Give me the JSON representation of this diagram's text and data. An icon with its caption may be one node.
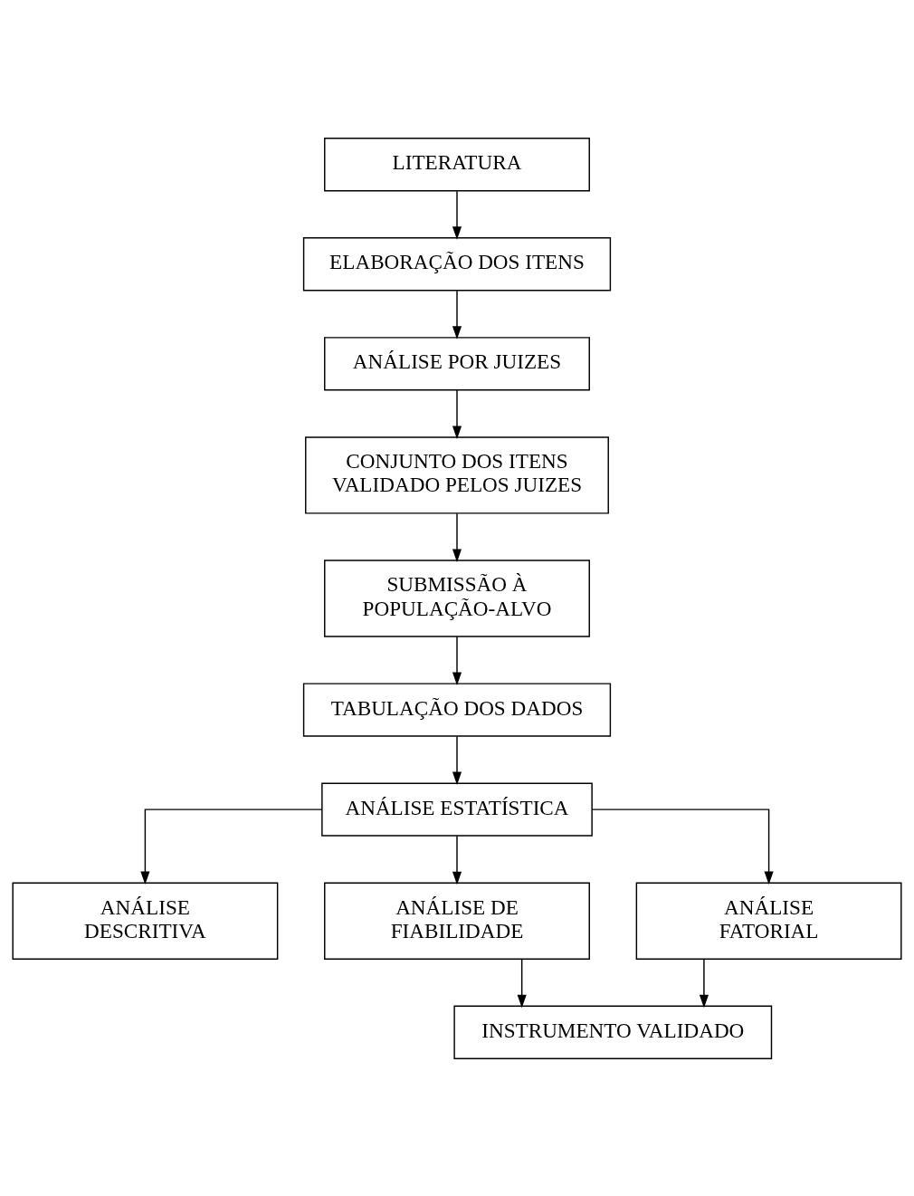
{
  "diagram": {
    "nodes": [
      {
        "text": [
          "LITERATURA"
        ]
      },
      {
        "text": [
          "ELABORAÇÃO DOS ITENS"
        ]
      },
      {
        "text": [
          "ANÁLISE POR JUIZES"
        ]
      },
      {
        "text": [
          "CONJUNTO DOS ITENS VALIDADO PELOS JUIZES"
        ]
      },
      {
        "text": [
          "SUBMISSÃO À POPULAÇÃO-ALVO"
        ]
      },
      {
        "text": [
          "TABULAÇÃO DOS DADOS"
        ]
      },
      {
        "text": [
          "ANÁLISE ESTATÍSTICA"
        ]
      },
      {
        "text": [
          "ANÁLISE DESCRITIVA"
        ]
      },
      {
        "text": [
          "ANÁLISE DE FIABILIDADE"
        ]
      },
      {
        "text": [
          "ANÁLISE FATORIAL"
        ]
      },
      {
        "text": [
          "INSTRUMENTO VALIDADO"
        ]
      }
    ],
    "edges": [
      {
        "from": 0,
        "to": 1,
        "arrow": "to"
      },
      {
        "from": 1,
        "to": 2,
        "arrow": "to"
      },
      {
        "from": 2,
        "to": 3,
        "arrow": "to"
      },
      {
        "from": 3,
        "to": 4,
        "arrow": "to"
      },
      {
        "from": 4,
        "to": 5,
        "arrow": "to"
      },
      {
        "from": 5,
        "to": 6,
        "arrow": "to"
      },
      {
        "from": 6,
        "to": 7,
        "arrow": "to"
      },
      {
        "from": 6,
        "to": 8,
        "arrow": "to"
      },
      {
        "from": 6,
        "to": 9,
        "arrow": "to"
      },
      {
        "from": 8,
        "to": 10,
        "arrow": "to"
      },
      {
        "from": 9,
        "to": 10,
        "arrow": "to"
      }
    ]
  }
}
